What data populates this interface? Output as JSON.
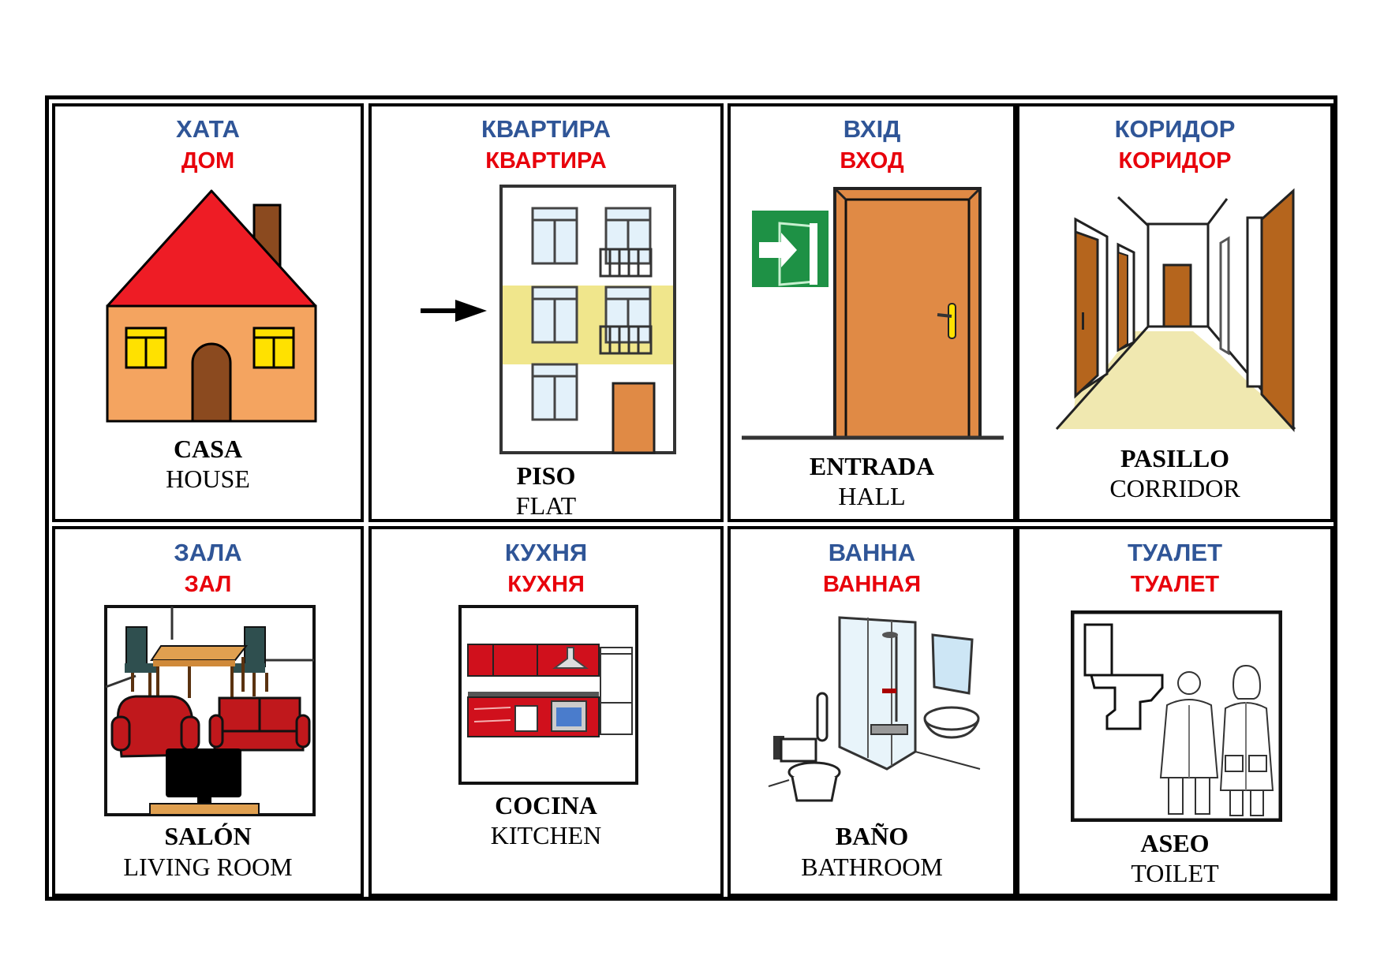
{
  "cards": [
    {
      "ukrainian": "ХАТА",
      "russian": "ДОМ",
      "spanish": "CASA",
      "english": "HOUSE",
      "picture": "house-icon"
    },
    {
      "ukrainian": "КВАРТИРА",
      "russian": "КВАРТИРА",
      "spanish": "PISO",
      "english": "FLAT",
      "picture": "apartment-building-icon"
    },
    {
      "ukrainian": "ВХІД",
      "russian": "ВХОД",
      "spanish": "ENTRADA",
      "english": "HALL",
      "picture": "entrance-door-icon"
    },
    {
      "ukrainian": "КОРИДОР",
      "russian": "КОРИДОР",
      "spanish": "PASILLO",
      "english": "CORRIDOR",
      "picture": "corridor-icon"
    },
    {
      "ukrainian": "ЗАЛА",
      "russian": "ЗАЛ",
      "spanish": "SALÓN",
      "english": "LIVING ROOM",
      "picture": "living-room-icon"
    },
    {
      "ukrainian": "КУХНЯ",
      "russian": "КУХНЯ",
      "spanish": "COCINA",
      "english": "KITCHEN",
      "picture": "kitchen-icon"
    },
    {
      "ukrainian": "ВАННА",
      "russian": "ВАННАЯ",
      "spanish": "BAÑO",
      "english": "BATHROOM",
      "picture": "bathroom-icon"
    },
    {
      "ukrainian": "ТУАЛЕТ",
      "russian": "ТУАЛЕТ",
      "spanish": "ASEO",
      "english": "TOILET",
      "picture": "toilet-icon"
    }
  ],
  "colors": {
    "ukrainian_text": "#2f5597",
    "russian_text": "#e8000b",
    "border": "#000000"
  }
}
